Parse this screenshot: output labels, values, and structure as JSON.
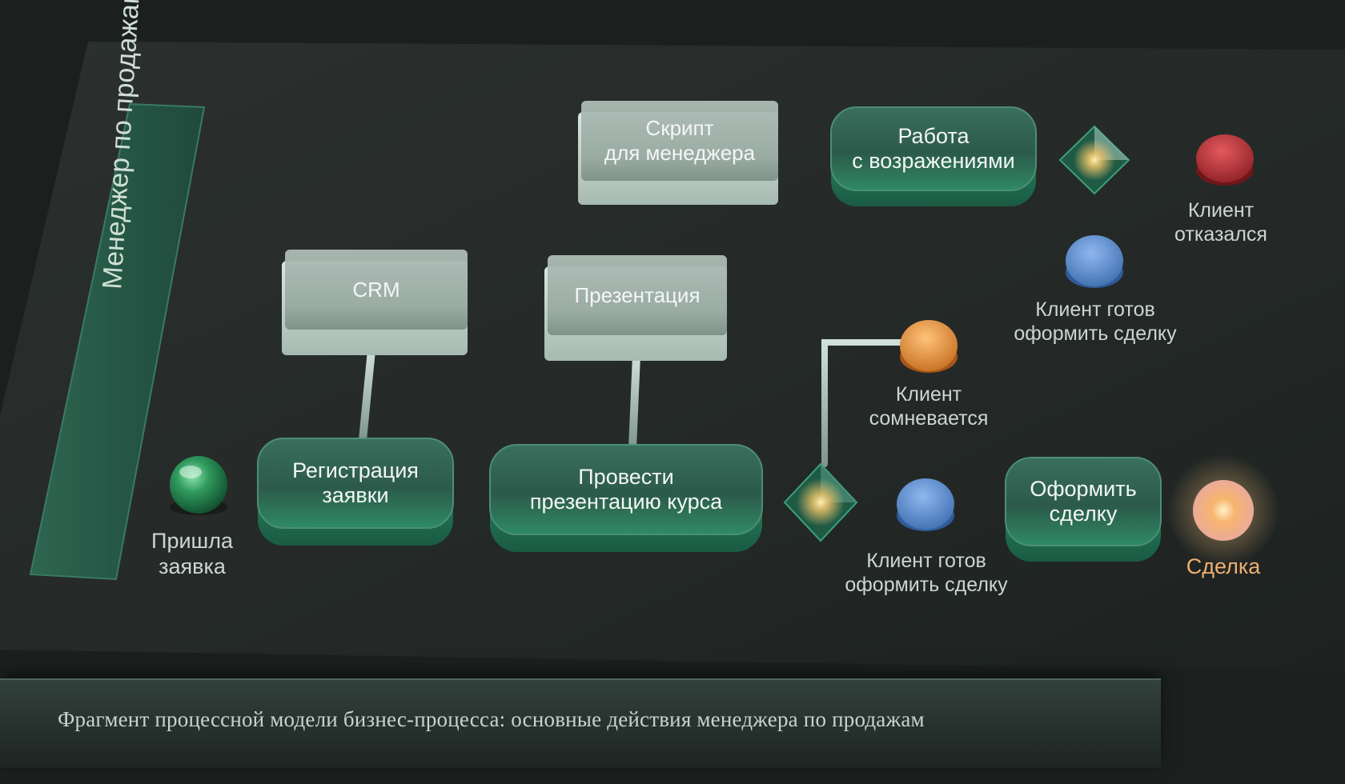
{
  "lane": {
    "label": "Менеджер по продажам"
  },
  "caption": "Фрагмент процессной модели бизнес-процесса: основные действия менеджера по продажам",
  "events": {
    "start": "Пришла\nзаявка",
    "end": "Сделка",
    "refused": "Клиент\nотказался"
  },
  "tasks": {
    "register": "Регистрация\nзаявки",
    "present": "Провести\nпрезентацию курса",
    "objections": "Работа\nс возражениями",
    "finalize": "Оформить\nсделку"
  },
  "artifacts": {
    "crm": "CRM",
    "presentation": "Презентация",
    "script": "Скрипт\nдля менеджера"
  },
  "states": {
    "doubts": "Клиент\nсомневается",
    "ready_bottom": "Клиент готов\nоформить сделку",
    "ready_top": "Клиент готов\nоформить сделку"
  },
  "colors": {
    "task_green": "#2f6b55",
    "artifact_glass": "#b8c6c0",
    "start_event": "#2f8f5a",
    "end_glow": "#f5b37a",
    "refused_red": "#b83a3e",
    "state_blue": "#5b8fd0",
    "state_orange": "#e89a45",
    "gateway_glow": "#f2d27a"
  },
  "icons": {
    "start": "green-sphere-icon",
    "end": "glowing-pearl-icon",
    "gateway": "glowing-diamond-icon"
  }
}
